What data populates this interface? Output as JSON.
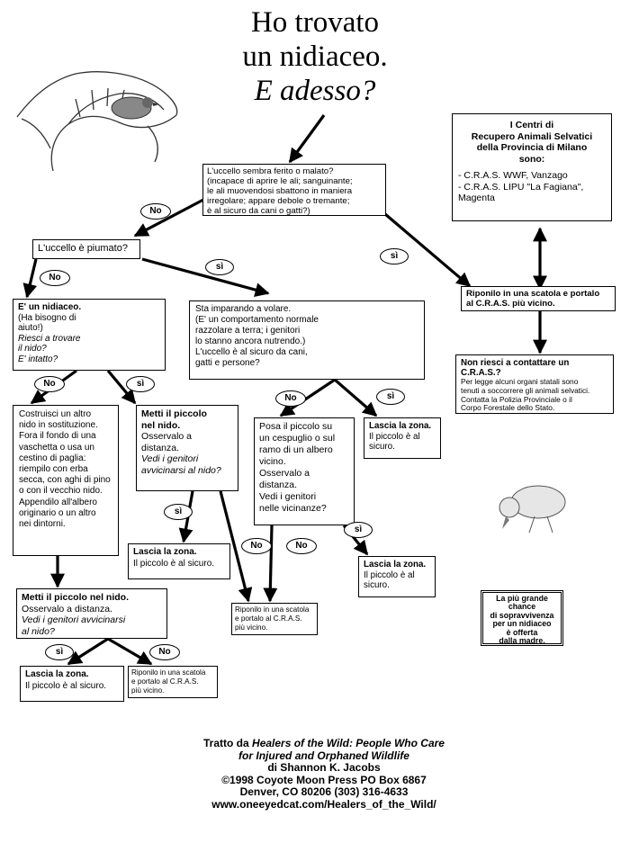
{
  "title": {
    "line1": "Ho trovato",
    "line2": "un nidiaceo.",
    "line3": "E adesso?"
  },
  "pills": {
    "no": "No",
    "si": "sì"
  },
  "q_ferito": {
    "l1": "L'uccello sembra ferito o malato?",
    "l2": "(incapace di aprire le ali; sanguinante;",
    "l3": "le ali muovendosi sbattono in maniera",
    "l4": "irregolare; appare debole o tremante;",
    "l5": "è al sicuro da cani o gatti?)"
  },
  "q_piumato": "L'uccello è piumato?",
  "nidiaceo": {
    "title": "E' un nidiaceo.",
    "l1": "(Ha bisogno di",
    "l2": "aiuto!)",
    "l3": "Riesci a trovare",
    "l4": "il nido?",
    "l5": "E' intatto?"
  },
  "imparando": {
    "l1": "Sta imparando a volare.",
    "l2": "(E' un comportamento normale",
    "l3": "razzolare a terra; i genitori",
    "l4": "lo stanno ancora nutrendo.)",
    "l5": "L'uccello è al sicuro da cani,",
    "l6": "gatti e persone?"
  },
  "costruisci": {
    "l1": "Costruisci un altro",
    "l2": "nido in sostituzione.",
    "l3": "Fora il fondo di una",
    "l4": "vaschetta o usa un",
    "l5": "cestino di paglia:",
    "l6": "riempilo con erba",
    "l7": "secca, con aghi di pino",
    "l8": "o con il vecchio nido.",
    "l9": "Appendilo all'albero",
    "l10": "originario o un altro",
    "l11": "nei dintorni."
  },
  "metti1": {
    "t1": "Metti il piccolo",
    "t2": "nel nido.",
    "l1": "Osservalo a",
    "l2": "distanza.",
    "l3": "Vedi i genitori",
    "l4": "avvicinarsi al nido?"
  },
  "metti2": {
    "t1": "Metti il piccolo nel nido.",
    "l1": "Osservalo a distanza.",
    "l2": "Vedi i genitori avvicinarsi",
    "l3": "al nido?"
  },
  "posa": {
    "l1": "Posa il piccolo su",
    "l2": "un cespuglio o sul",
    "l3": "ramo di un albero",
    "l4": "vicino.",
    "l5": "Osservalo a",
    "l6": "distanza.",
    "l7": "Vedi i genitori",
    "l8": "nelle vicinanze?"
  },
  "lascia": {
    "t": "Lascia la zona.",
    "d1": "Il piccolo è al sicuro.",
    "d2a": "Il piccolo è al",
    "d2b": "sicuro.",
    "d3a": "Il piccolo è al",
    "d3b": "sicuro."
  },
  "riponilo_small": {
    "l1": "Riponilo in una scatola",
    "l2": "e portalo al C.R.A.S.",
    "l3": "più vicino."
  },
  "riponilo_mid": {
    "l1": "Riponilo in una scatola",
    "l2": "e portalo al C.R.A.S.",
    "l3": "più vicino."
  },
  "riponilo_big": {
    "l1": "Riponilo in una scatola e portalo",
    "l2": "al C.R.A.S. più vicino."
  },
  "centri": {
    "t1": "I Centri di",
    "t2": "Recupero Animali Selvatici",
    "t3": "della Provincia di Milano",
    "t4": "sono:",
    "i1": "- C.R.A.S. WWF, Vanzago",
    "i2": "- C.R.A.S. LIPU \"La Fagiana\",",
    "i3": "Magenta"
  },
  "non_riesci": {
    "t1": "Non riesci a contattare un",
    "t2": "C.R.A.S.?",
    "l1": "Per legge alcuni organi statali sono",
    "l2": "tenuti a soccorrere gli animali selvatici.",
    "l3": "Contatta la Polizia Provinciale o il",
    "l4": "Corpo Forestale dello Stato."
  },
  "chance": {
    "l1": "La più grande",
    "l2": "chance",
    "l3": "di sopravvivenza",
    "l4": "per un nidiaceo",
    "l5": "è offerta",
    "l6": "dalla madre."
  },
  "credit": {
    "l1_pre": "Tratto da ",
    "l1_it": "Healers of the Wild: People Who Care",
    "l2": "for Injured and Orphaned Wildlife",
    "l3": "di Shannon K. Jacobs",
    "l4": "©1998 Coyote Moon Press PO Box 6867",
    "l5": "Denver, CO 80206 (303) 316-4633",
    "l6": "www.oneeyedcat.com/Healers_of_the_Wild/"
  }
}
